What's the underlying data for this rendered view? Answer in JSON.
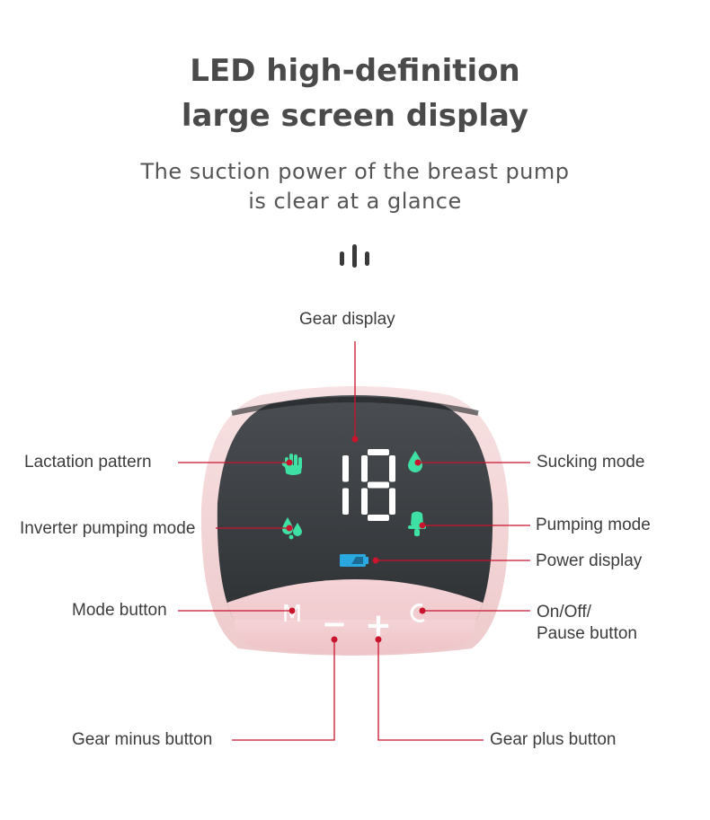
{
  "header": {
    "title_line1": "LED high-definition",
    "title_line2": "large screen display",
    "subtitle_line1": "The suction power of the breast pump",
    "subtitle_line2": "is clear at a glance"
  },
  "device": {
    "gear_value": "18",
    "button_mode": "M",
    "button_minus": "−",
    "button_plus": "+",
    "screen_icon_color": "#3fe0a3",
    "battery_color": "#2aa9e0",
    "bezel_color": "#f2d2d4",
    "screen_color": "#3a3d40",
    "leader_color": "#c8142c"
  },
  "labels": {
    "gear_display": "Gear display",
    "lactation_pattern": "Lactation pattern",
    "sucking_mode": "Sucking mode",
    "inverter_pumping_mode": "Inverter pumping mode",
    "pumping_mode": "Pumping mode",
    "power_display": "Power display",
    "mode_button": "Mode button",
    "onoff_line1": "On/Off/",
    "onoff_line2": "Pause button",
    "gear_minus_button": "Gear minus button",
    "gear_plus_button": "Gear plus button"
  }
}
